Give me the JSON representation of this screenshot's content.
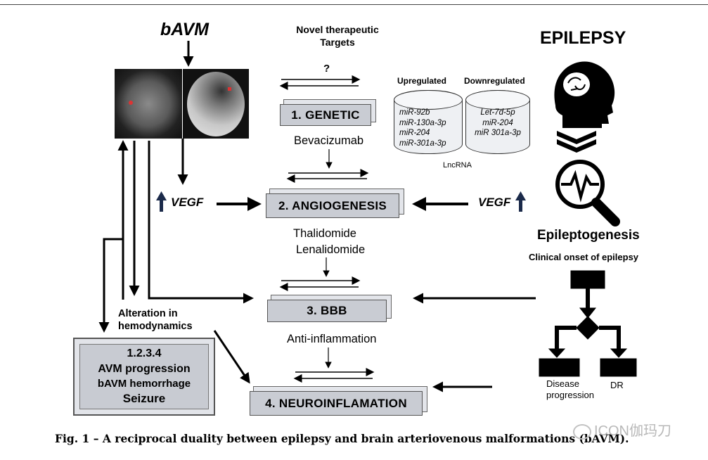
{
  "title": "bAVM",
  "epilepsy_title": "EPILEPSY",
  "novel_targets": "Novel therapeutic\nTargets",
  "question": "?",
  "boxes": {
    "genetic": "1. GENETIC",
    "angiogenesis": "2. ANGIOGENESIS",
    "bbb": "3. BBB",
    "neuroinflammation": "4. NEUROINFLAMATION"
  },
  "drugs": {
    "bevacizumab": "Bevacizumab",
    "thalidomide": "Thalidomide",
    "lenalidomide": "Lenalidomide",
    "anti_inflammation": "Anti-inflammation"
  },
  "vegf_left": "VEGF",
  "vegf_right": "VEGF",
  "upregulated": {
    "header": "Upregulated",
    "items": [
      "miR-92b",
      "miR-130a-3p",
      "miR-204",
      "miR-301a-3p"
    ]
  },
  "downregulated": {
    "header": "Downregulated",
    "items": [
      "Let-7d-5p",
      "miR-204",
      "miR 301a-3p"
    ]
  },
  "lncrna": "LncRNA",
  "epileptogenesis": "Epileptogenesis",
  "clinical_onset": "Clinical onset of epilepsy",
  "disease_progression": "Disease\nprogression",
  "dr": "DR",
  "hemodynamics": "Alteration in\nhemodynamics",
  "avm_box": {
    "line1": "1.2.3.4",
    "line2": "AVM progression",
    "line3": "bAVM hemorrhage",
    "line4": "Seizure"
  },
  "caption": "Fig. 1 – A reciprocal duality between epilepsy and brain arteriovenous malformations (bAVM).",
  "watermark": "ICON伽玛刀"
}
